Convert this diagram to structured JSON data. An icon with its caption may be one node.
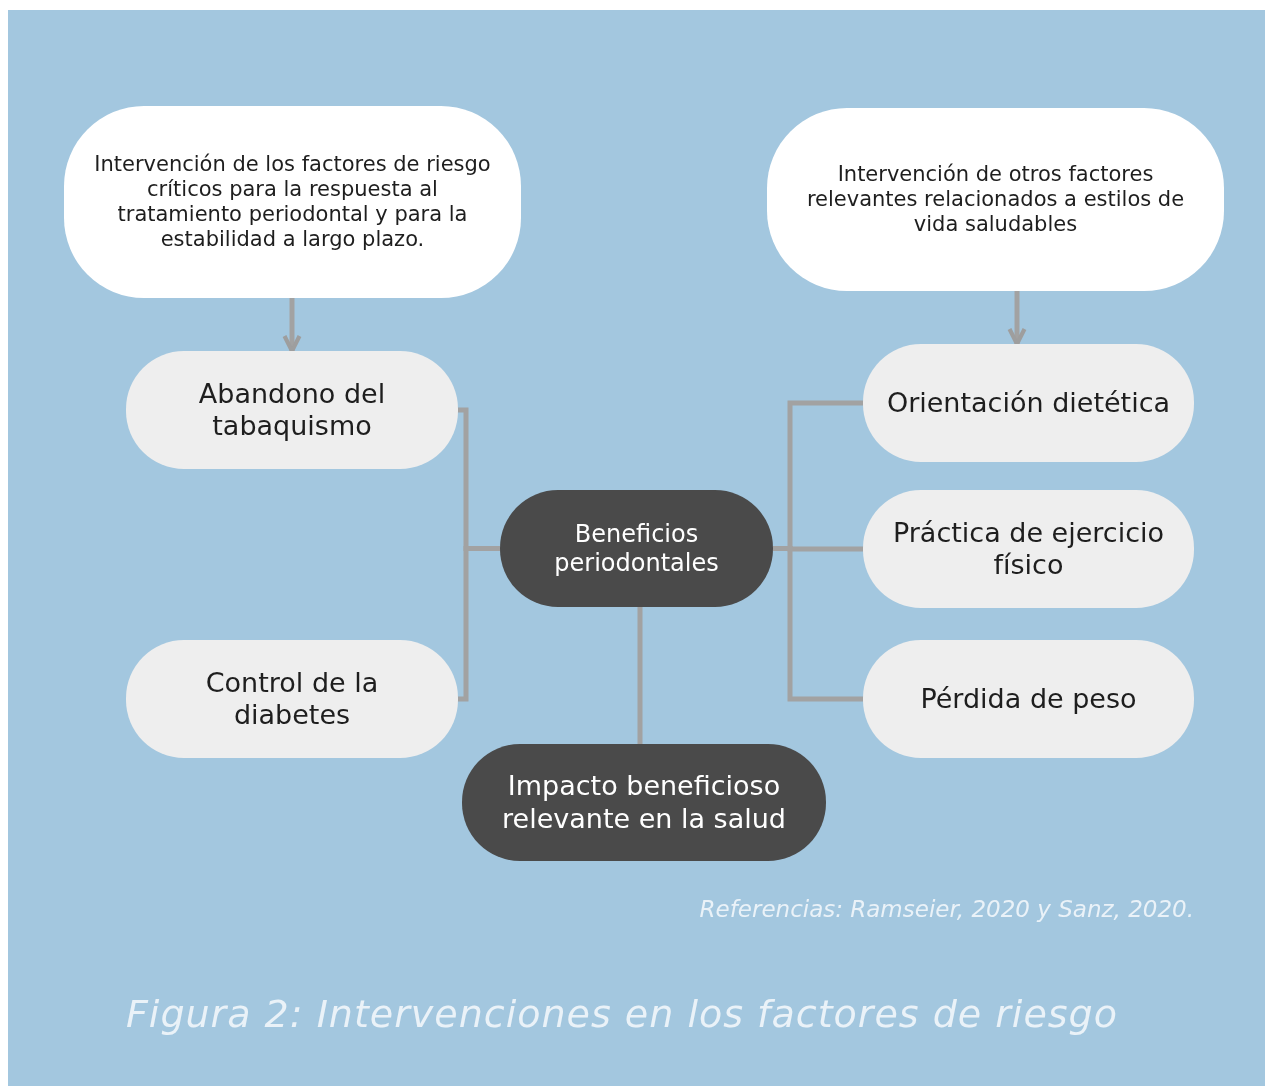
{
  "diagram": {
    "caption": "Figura 2: Intervenciones en los factores de riesgo",
    "nodes": [
      {
        "text": [
          "Intervención de los factores de riesgo críticos para la respuesta al tratamiento periodontal y para la estabilidad a largo plazo."
        ]
      },
      {
        "text": [
          "Intervención de otros factores relevantes relacionados a estilos de vida saludables"
        ]
      },
      {
        "text": [
          "Abandono del tabaquismo"
        ]
      },
      {
        "text": [
          "Orientación dietética"
        ]
      },
      {
        "text": [
          "Beneficios periodontales"
        ]
      },
      {
        "text": [
          "Práctica de ejercicio físico"
        ]
      },
      {
        "text": [
          "Control de la diabetes"
        ]
      },
      {
        "text": [
          "Pérdida de peso"
        ]
      },
      {
        "text": [
          "Impacto beneficioso relevante en la salud"
        ]
      }
    ],
    "edges": [
      {
        "from": 0,
        "to": 2,
        "arrow": "to"
      },
      {
        "from": 1,
        "to": 3,
        "arrow": "to"
      },
      {
        "from": 2,
        "to": 4,
        "arrow": "none"
      },
      {
        "from": 6,
        "to": 4,
        "arrow": "none"
      },
      {
        "from": 4,
        "to": 3,
        "arrow": "none"
      },
      {
        "from": 4,
        "to": 5,
        "arrow": "none"
      },
      {
        "from": 4,
        "to": 7,
        "arrow": "none"
      },
      {
        "from": 4,
        "to": 8,
        "arrow": "none"
      }
    ],
    "labels": [
      "Referencias: Ramseier, 2020 y Sanz, 2020."
    ]
  }
}
